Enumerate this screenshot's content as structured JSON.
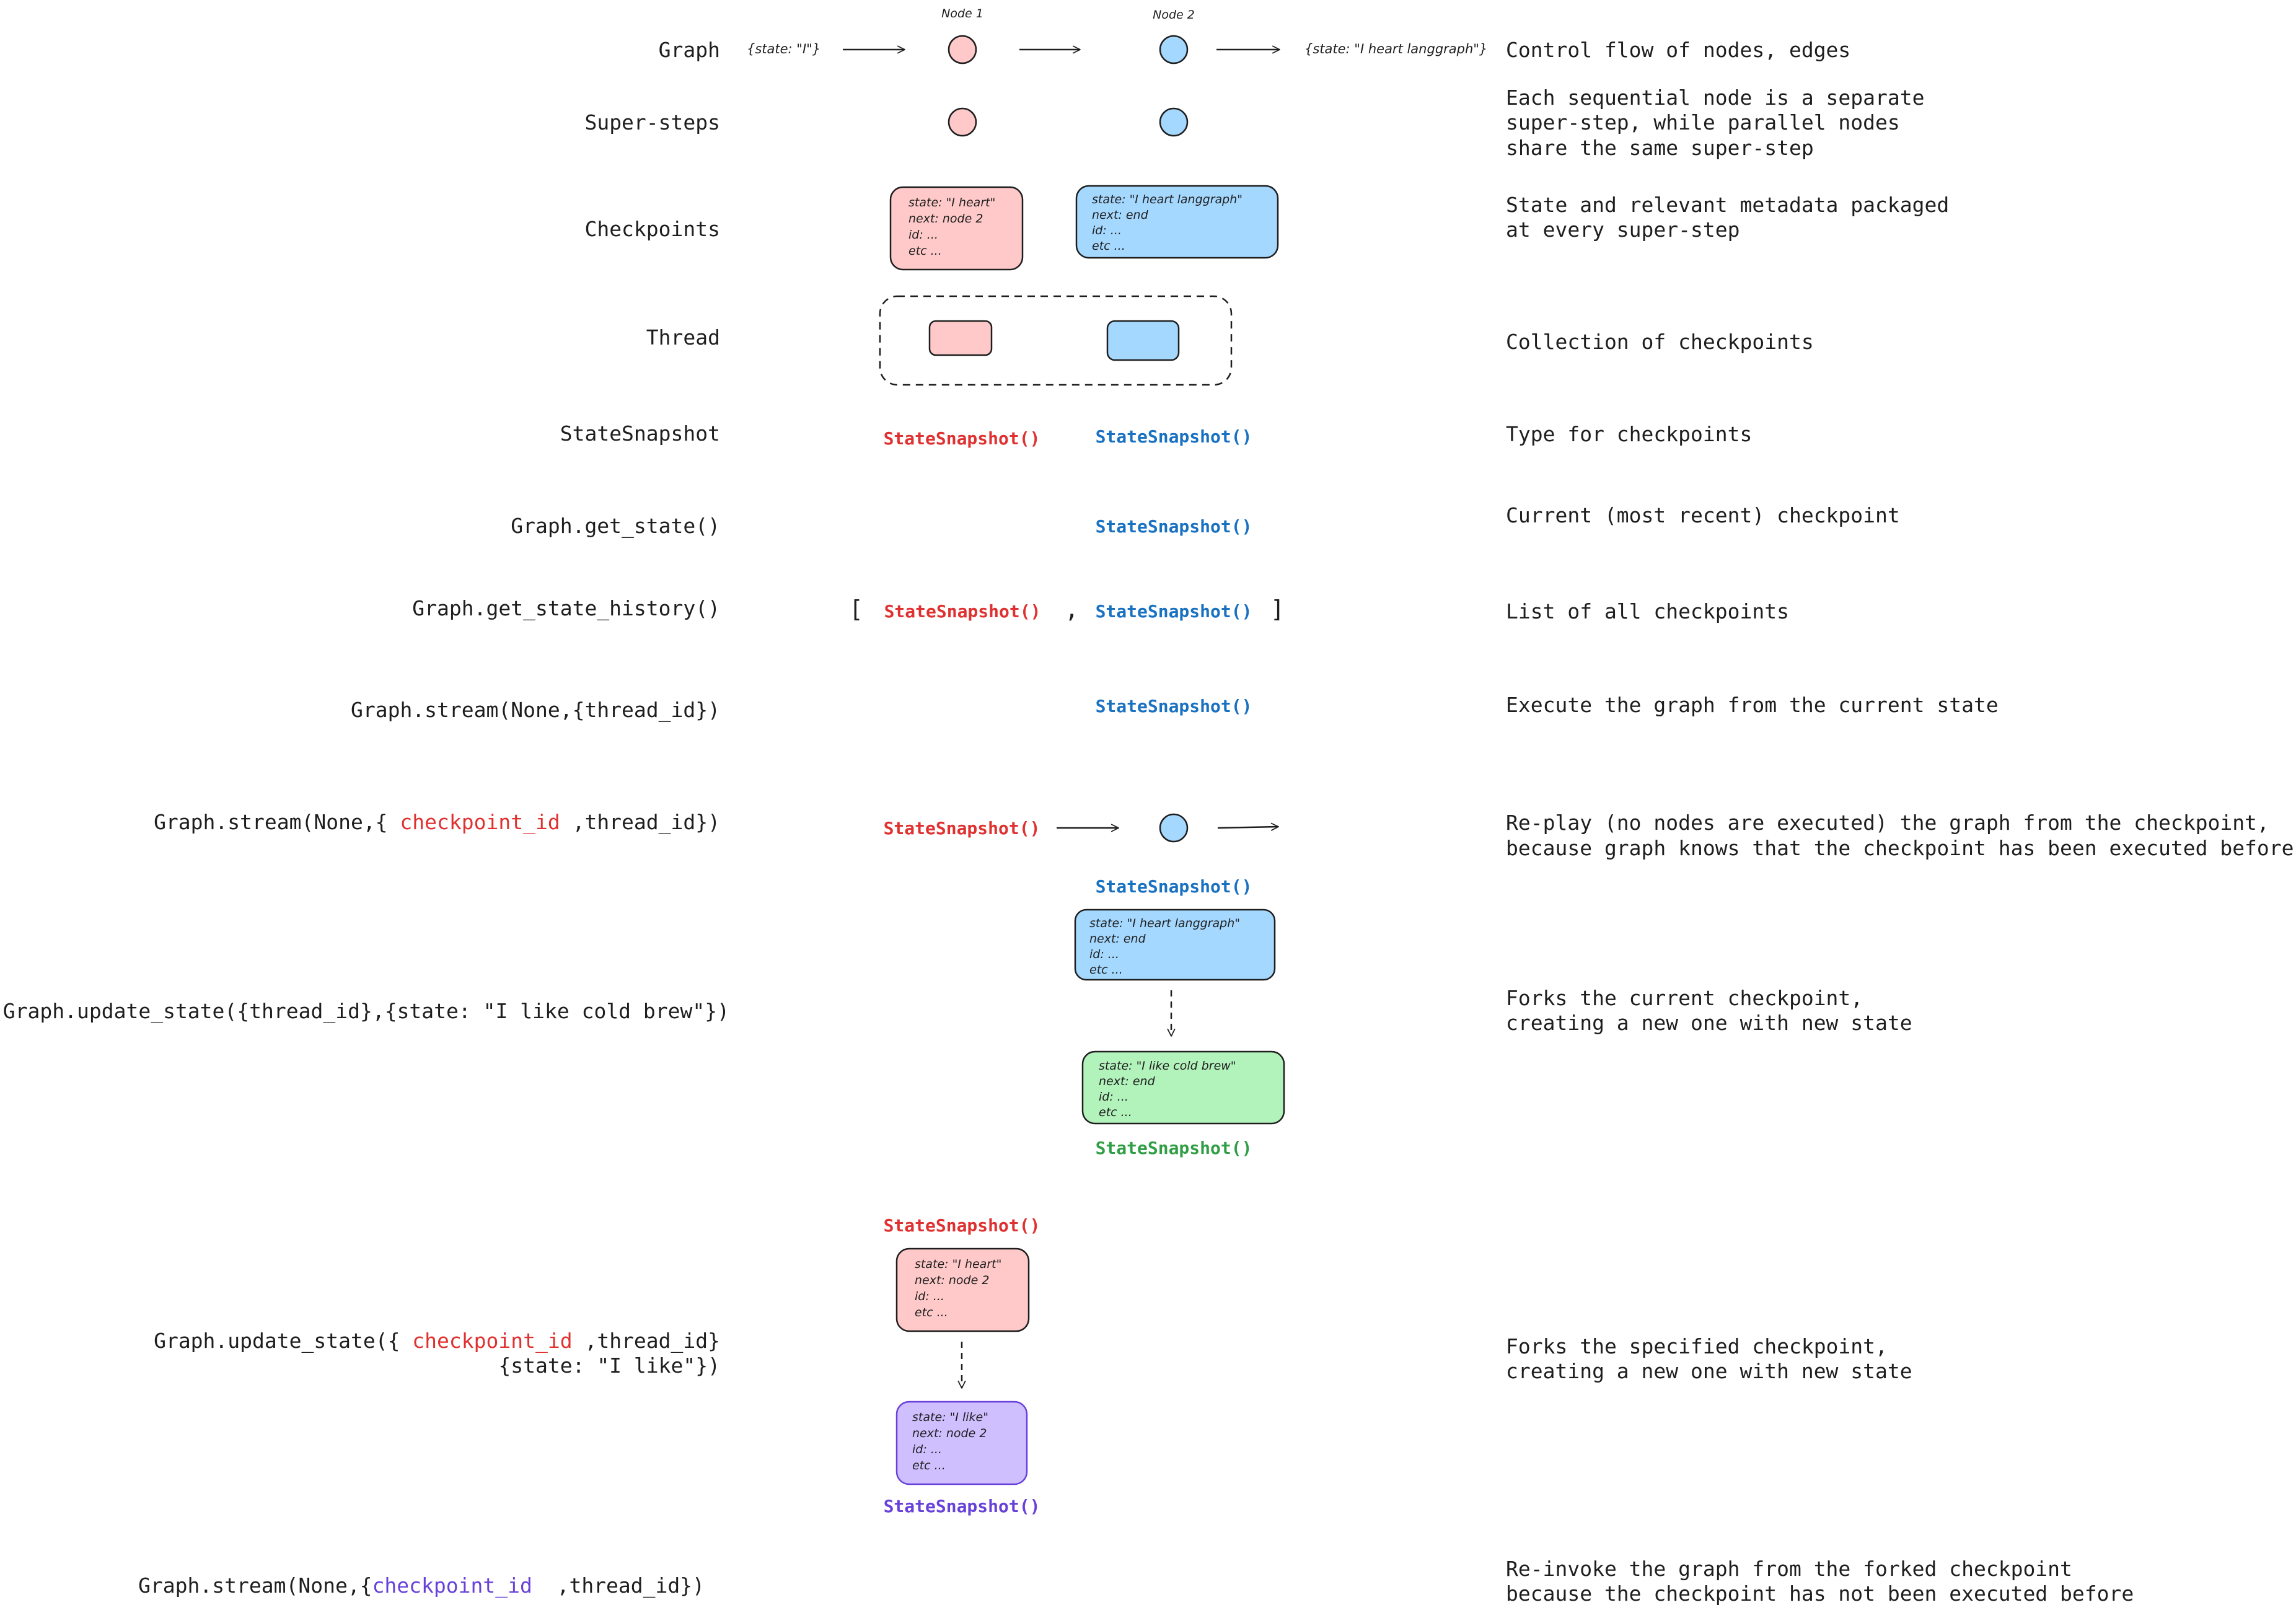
{
  "rows": {
    "graph": {
      "label": "Graph",
      "description": "Control flow of nodes, edges",
      "node1_title": "Node 1",
      "node2_title": "Node 2",
      "input_state": "{state: \"I\"}",
      "output_state": "{state: \"I heart langgraph\"}"
    },
    "supersteps": {
      "label": "Super-steps",
      "description_lines": [
        "Each sequential node is a separate",
        "super-step, while parallel nodes",
        "share the same super-step"
      ]
    },
    "checkpoints": {
      "label": "Checkpoints",
      "description_lines": [
        "State and relevant metadata packaged",
        "at every super-step"
      ],
      "pink_box_lines": [
        "state: \"I heart\"",
        "next: node 2",
        "id: ...",
        "etc ..."
      ],
      "blue_box_lines": [
        "state: \"I heart langgraph\"",
        "next: end",
        "id: ...",
        "etc ..."
      ]
    },
    "thread": {
      "label": "Thread",
      "description": "Collection of checkpoints"
    },
    "statesnapshot": {
      "label": "StateSnapshot",
      "description": "Type for checkpoints",
      "red": "StateSnapshot()",
      "blue": "StateSnapshot()"
    },
    "get_state": {
      "label": "Graph.get_state()",
      "description": "Current (most recent) checkpoint",
      "blue": "StateSnapshot()"
    },
    "get_state_history": {
      "label": "Graph.get_state_history()",
      "description": "List of all checkpoints",
      "open_bracket": "[",
      "comma": ",",
      "close_bracket": "]",
      "red": "StateSnapshot()",
      "blue": "StateSnapshot()"
    },
    "stream": {
      "label": "Graph.stream(None,{thread_id})",
      "description": "Execute the graph from the current state",
      "blue": "StateSnapshot()"
    },
    "replay": {
      "label_prefix": "Graph.stream(None,{",
      "label_highlight": " checkpoint_id ",
      "label_suffix": ",thread_id})",
      "description_lines": [
        "Re-play (no nodes are executed) the graph from the checkpoint,",
        "because graph knows that the checkpoint has been executed before"
      ],
      "red": "StateSnapshot()"
    },
    "update_state": {
      "label": "Graph.update_state({thread_id},{state: \"I like cold brew\"})",
      "description_lines": [
        "Forks the current checkpoint,",
        "creating a new one with new state"
      ],
      "blue": "StateSnapshot()",
      "green": "StateSnapshot()",
      "blue_box_lines": [
        "state: \"I heart langgraph\"",
        "next: end",
        "id: ...",
        "etc ..."
      ],
      "green_box_lines": [
        "state: \"I like cold brew\"",
        "next: end",
        "id: ...",
        "etc ..."
      ]
    },
    "update_checkpoint": {
      "label_prefix": "Graph.update_state({",
      "label_highlight": " checkpoint_id ",
      "label_suffix": ",thread_id}",
      "label_line2": "{state: \"I like\"})",
      "description_lines": [
        "Forks the specified checkpoint,",
        "creating a new one with new state"
      ],
      "red": "StateSnapshot()",
      "purple": "StateSnapshot()",
      "pink_box_lines": [
        "state: \"I heart\"",
        "next: node 2",
        "id: ...",
        "etc ..."
      ],
      "purple_box_lines": [
        "state: \"I like\"",
        "next: node 2",
        "id: ...",
        "etc ..."
      ]
    },
    "reinvoke": {
      "label_prefix": "Graph.stream(None,{",
      "label_highlight": "checkpoint_id  ",
      "label_suffix": ",thread_id})",
      "description_lines": [
        "Re-invoke the graph from the forked checkpoint",
        "because the checkpoint has not been executed before"
      ]
    }
  },
  "colors": {
    "pink_fill": "#ffc9c9",
    "blue_fill": "#a5d8ff",
    "green_fill": "#b2f2bb",
    "purple_fill": "#d0bfff",
    "red_text": "#e03131",
    "blue_text": "#1971c2",
    "green_text": "#2f9e44",
    "purple_text": "#6741d9",
    "stroke": "#1e1e1e"
  }
}
